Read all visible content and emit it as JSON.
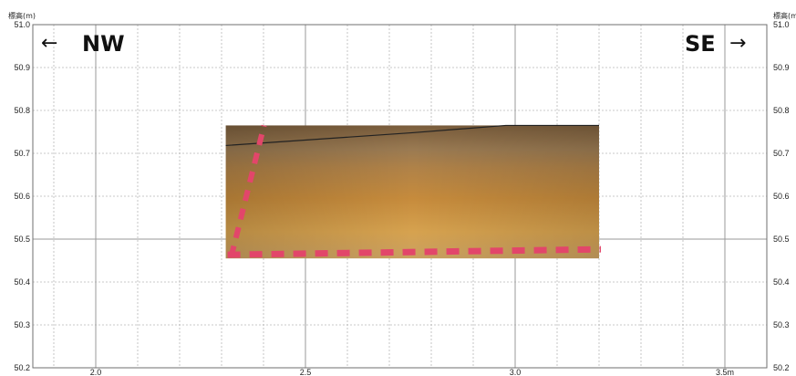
{
  "header": {
    "left_unit_label": "標高(m)",
    "right_unit_label": "標高(m"
  },
  "directions": {
    "left_label": "NW",
    "left_arrow": "←",
    "right_label": "SE",
    "right_arrow": "→"
  },
  "elevation_ticks": [
    "51.0",
    "50.9",
    "50.8",
    "50.7",
    "50.6",
    "50.5",
    "50.4",
    "50.3",
    "50.2"
  ],
  "distance_ticks": [
    {
      "value": 2.0,
      "label": "2.0"
    },
    {
      "value": 2.5,
      "label": "2.5"
    },
    {
      "value": 3.0,
      "label": "3.0"
    },
    {
      "value": 3.5,
      "label": "3.5m"
    }
  ],
  "axes": {
    "x_range": [
      1.85,
      3.6
    ],
    "y_range": [
      50.2,
      51.0
    ],
    "minor_grid_step_x": 0.1,
    "minor_grid_step_y": 0.1
  },
  "photo_extent": {
    "x_start": 2.31,
    "x_end": 3.2,
    "y_bottom": 50.455,
    "y_top": 50.765
  },
  "colors": {
    "grid_major": "#9a9a9a",
    "grid_minor": "#b8b8b8",
    "soil_top": "#8a6a44",
    "soil_mid": "#c28a3e",
    "soil_low": "#d9a95c",
    "pole_red": "#e2466a"
  }
}
